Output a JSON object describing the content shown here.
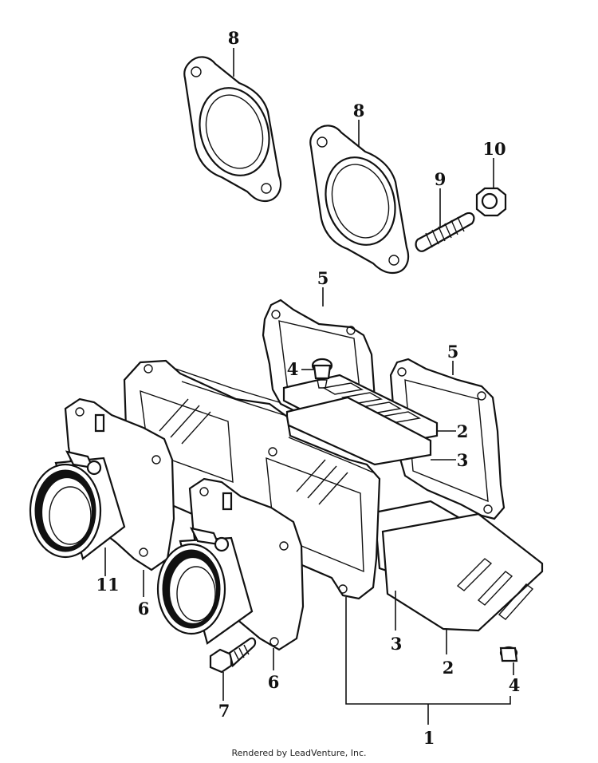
{
  "diagram": {
    "callouts": [
      {
        "id": "c8a",
        "label": "8"
      },
      {
        "id": "c8b",
        "label": "8"
      },
      {
        "id": "c10",
        "label": "10"
      },
      {
        "id": "c9",
        "label": "9"
      },
      {
        "id": "c5a",
        "label": "5"
      },
      {
        "id": "c5b",
        "label": "5"
      },
      {
        "id": "c4a",
        "label": "4"
      },
      {
        "id": "c2a",
        "label": "2"
      },
      {
        "id": "c3a",
        "label": "3"
      },
      {
        "id": "c11",
        "label": "11"
      },
      {
        "id": "c6a",
        "label": "6"
      },
      {
        "id": "c3b",
        "label": "3"
      },
      {
        "id": "c2b",
        "label": "2"
      },
      {
        "id": "c4b",
        "label": "4"
      },
      {
        "id": "c6b",
        "label": "6"
      },
      {
        "id": "c7",
        "label": "7"
      },
      {
        "id": "c1",
        "label": "1"
      }
    ],
    "footer": "Rendered by LeadVenture, Inc."
  }
}
